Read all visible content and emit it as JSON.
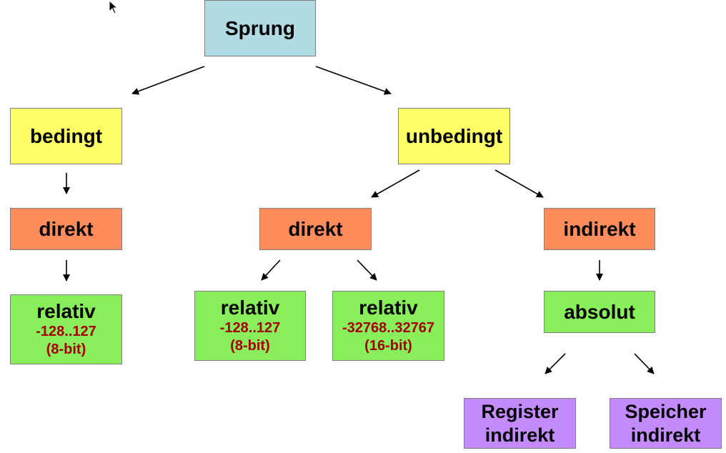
{
  "colors": {
    "root": "#b0dbe3",
    "level1": "#ffff66",
    "direct": "#ff8c5a",
    "mode": "#88ef5a",
    "indirect_target": "#c48bff",
    "range_text": "#a50000"
  },
  "nodes": {
    "sprung": {
      "label": "Sprung"
    },
    "bedingt": {
      "label": "bedingt"
    },
    "unbedingt": {
      "label": "unbedingt"
    },
    "bedingt_direkt": {
      "label": "direkt"
    },
    "unbedingt_direkt": {
      "label": "direkt"
    },
    "indirekt": {
      "label": "indirekt"
    },
    "bedingt_relativ": {
      "label": "relativ",
      "range": "-128..127",
      "width": "(8-bit)"
    },
    "direkt_relativ_8": {
      "label": "relativ",
      "range": "-128..127",
      "width": "(8-bit)"
    },
    "direkt_relativ_16": {
      "label": "relativ",
      "range": "-32768..32767",
      "width": "(16-bit)"
    },
    "absolut": {
      "label": "absolut"
    },
    "register_indirekt": {
      "line1": "Register",
      "line2": "indirekt"
    },
    "speicher_indirekt": {
      "line1": "Speicher",
      "line2": "indirekt"
    }
  },
  "icons": {
    "cursor": "mouse-pointer-icon"
  }
}
